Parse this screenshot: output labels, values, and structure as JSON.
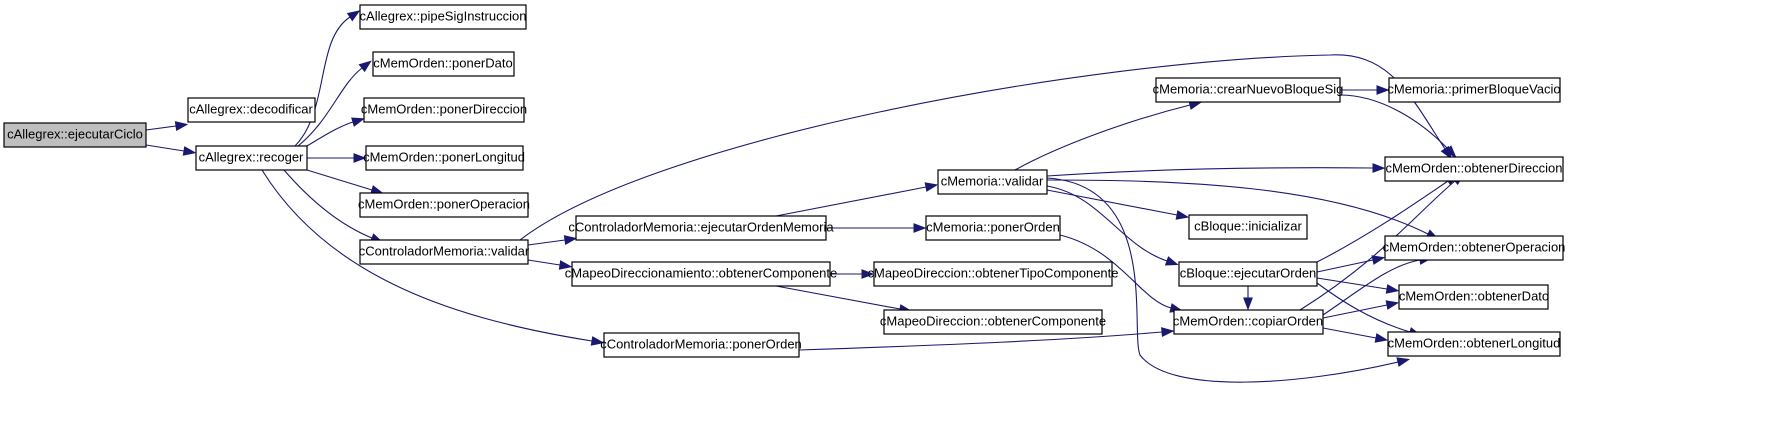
{
  "graph": {
    "colors": {
      "edge": "#191970",
      "node_border": "#000000",
      "root_fill": "#bfbfbf",
      "node_fill": "#ffffff"
    },
    "nodes": {
      "n0": "cAllegrex::ejecutarCiclo",
      "n1": "cAllegrex::decodificar",
      "n2": "cAllegrex::recoger",
      "n3": "cAllegrex::pipeSigInstruccion",
      "n4": "cMemOrden::ponerDato",
      "n5": "cMemOrden::ponerDireccion",
      "n6": "cMemOrden::ponerLongitud",
      "n7": "cMemOrden::ponerOperacion",
      "n8": "cControladorMemoria::validar",
      "n9": "cControladorMemoria::ejecutarOrdenMemoria",
      "n10": "cMapeoDireccionamiento::obtenerComponente",
      "n11": "cControladorMemoria::ponerOrden",
      "n12": "cMemoria::validar",
      "n13": "cMemoria::ponerOrden",
      "n14": "cMapeoDireccion::obtenerTipoComponente",
      "n15": "cMapeoDireccion::obtenerComponente",
      "n16": "cMemoria::crearNuevoBloqueSig",
      "n17": "cBloque::inicializar",
      "n18": "cBloque::ejecutarOrden",
      "n19": "cMemOrden::copiarOrden",
      "n20": "cMemoria::primerBloqueVacio",
      "n21": "cMemOrden::obtenerDireccion",
      "n22": "cMemOrden::obtenerOperacion",
      "n23": "cMemOrden::obtenerDato",
      "n24": "cMemOrden::obtenerLongitud"
    },
    "edges": [
      [
        "n0",
        "n1"
      ],
      [
        "n0",
        "n2"
      ],
      [
        "n2",
        "n3"
      ],
      [
        "n2",
        "n4"
      ],
      [
        "n2",
        "n5"
      ],
      [
        "n2",
        "n6"
      ],
      [
        "n2",
        "n7"
      ],
      [
        "n2",
        "n8"
      ],
      [
        "n2",
        "n11"
      ],
      [
        "n8",
        "n21"
      ],
      [
        "n8",
        "n9"
      ],
      [
        "n8",
        "n10"
      ],
      [
        "n9",
        "n12"
      ],
      [
        "n9",
        "n13"
      ],
      [
        "n10",
        "n14"
      ],
      [
        "n10",
        "n15"
      ],
      [
        "n11",
        "n19"
      ],
      [
        "n12",
        "n16"
      ],
      [
        "n12",
        "n21"
      ],
      [
        "n12",
        "n17"
      ],
      [
        "n12",
        "n18"
      ],
      [
        "n12",
        "n22"
      ],
      [
        "n12",
        "n24"
      ],
      [
        "n13",
        "n19"
      ],
      [
        "n16",
        "n20"
      ],
      [
        "n16",
        "n21"
      ],
      [
        "n18",
        "n19"
      ],
      [
        "n18",
        "n21"
      ],
      [
        "n18",
        "n22"
      ],
      [
        "n18",
        "n23"
      ],
      [
        "n18",
        "n24"
      ],
      [
        "n19",
        "n21"
      ],
      [
        "n19",
        "n22"
      ],
      [
        "n19",
        "n23"
      ],
      [
        "n19",
        "n24"
      ]
    ]
  }
}
